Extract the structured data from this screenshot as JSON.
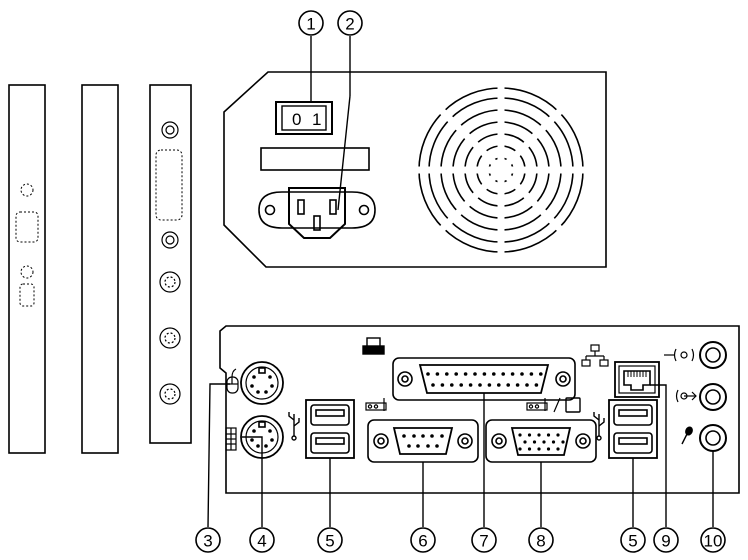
{
  "diagram": {
    "power_switch": {
      "off_label": "0",
      "on_label": "1"
    },
    "callouts": [
      {
        "number": "1",
        "part": "power-switch"
      },
      {
        "number": "2",
        "part": "power-socket"
      },
      {
        "number": "3",
        "part": "ps2-mouse-port"
      },
      {
        "number": "4",
        "part": "ps2-keyboard-port"
      },
      {
        "number": "5",
        "part": "usb-ports-left"
      },
      {
        "number": "6",
        "part": "serial-port"
      },
      {
        "number": "7",
        "part": "parallel-port"
      },
      {
        "number": "8",
        "part": "vga-port"
      },
      {
        "number": "5",
        "part": "usb-ports-right"
      },
      {
        "number": "9",
        "part": "lan-port"
      },
      {
        "number": "10",
        "part": "audio-jacks"
      }
    ],
    "icons": {
      "mouse": "mouse-icon",
      "keyboard": "keyboard-icon",
      "usb": "usb-icon",
      "serial": "serial-icon",
      "printer": "printer-icon",
      "monitor": "monitor-icon",
      "network": "network-icon",
      "line_in": "line-in-icon",
      "line_out": "line-out-icon",
      "microphone": "microphone-icon"
    }
  }
}
